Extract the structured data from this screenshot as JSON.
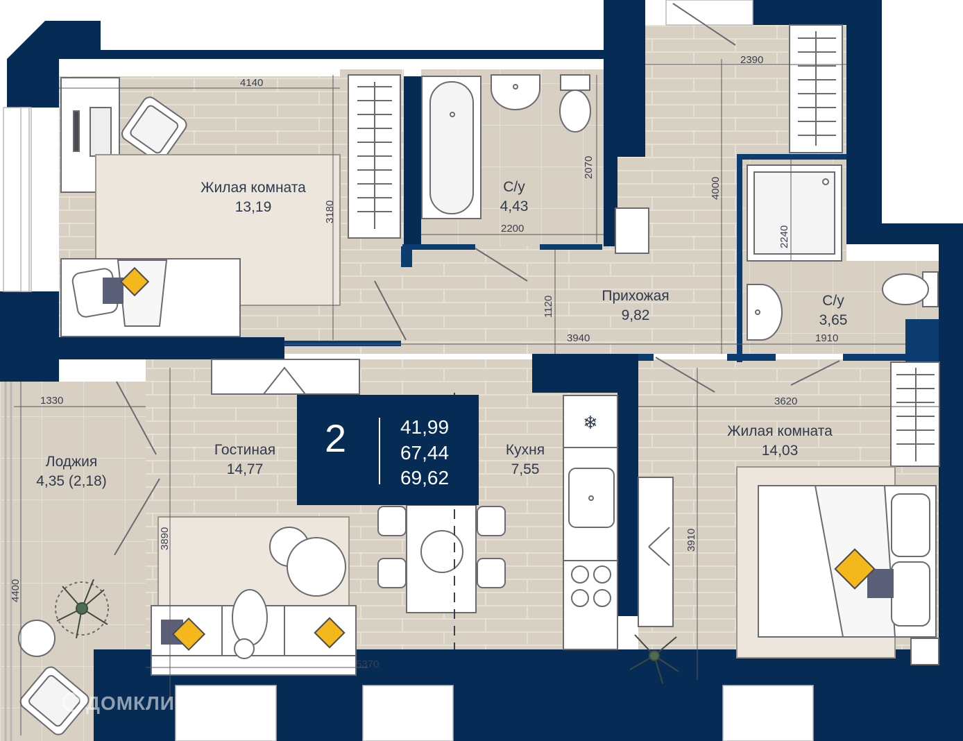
{
  "rooms": {
    "bedroom1": {
      "name": "Жилая комната",
      "area": "13,19"
    },
    "bath1": {
      "name": "С/у",
      "area": "4,43"
    },
    "hall": {
      "name": "Прихожая",
      "area": "9,82"
    },
    "bath2": {
      "name": "С/у",
      "area": "3,65"
    },
    "loggia": {
      "name": "Лоджия",
      "area": "4,35 (2,18)"
    },
    "living": {
      "name": "Гостиная",
      "area": "14,77"
    },
    "kitchen": {
      "name": "Кухня",
      "area": "7,55"
    },
    "bedroom2": {
      "name": "Жилая комната",
      "area": "14,03"
    }
  },
  "dimensions": {
    "d4140": "4140",
    "d2390": "2390",
    "d3180": "3180",
    "d2070": "2070",
    "d2200": "2200",
    "d4000": "4000",
    "d2240": "2240",
    "d1120": "1120",
    "d3940": "3940",
    "d1910": "1910",
    "d1330": "1330",
    "d3620": "3620",
    "d4400": "4400",
    "d3890": "3890",
    "d3910": "3910",
    "d5370": "5370"
  },
  "summary": {
    "rooms_count": "2",
    "area_living": "41,99",
    "area_total": "67,44",
    "area_with_loggia": "69,62"
  },
  "watermark": "ДОМКЛИК",
  "colors": {
    "wall": "#062b55",
    "floor": "#d8d0c3",
    "floor_line": "#e6dfd3",
    "accent": "#f5b81c",
    "pillow": "#5b6078"
  },
  "icons": [
    "snowflake-icon",
    "plant-icon",
    "house-logo-icon"
  ]
}
